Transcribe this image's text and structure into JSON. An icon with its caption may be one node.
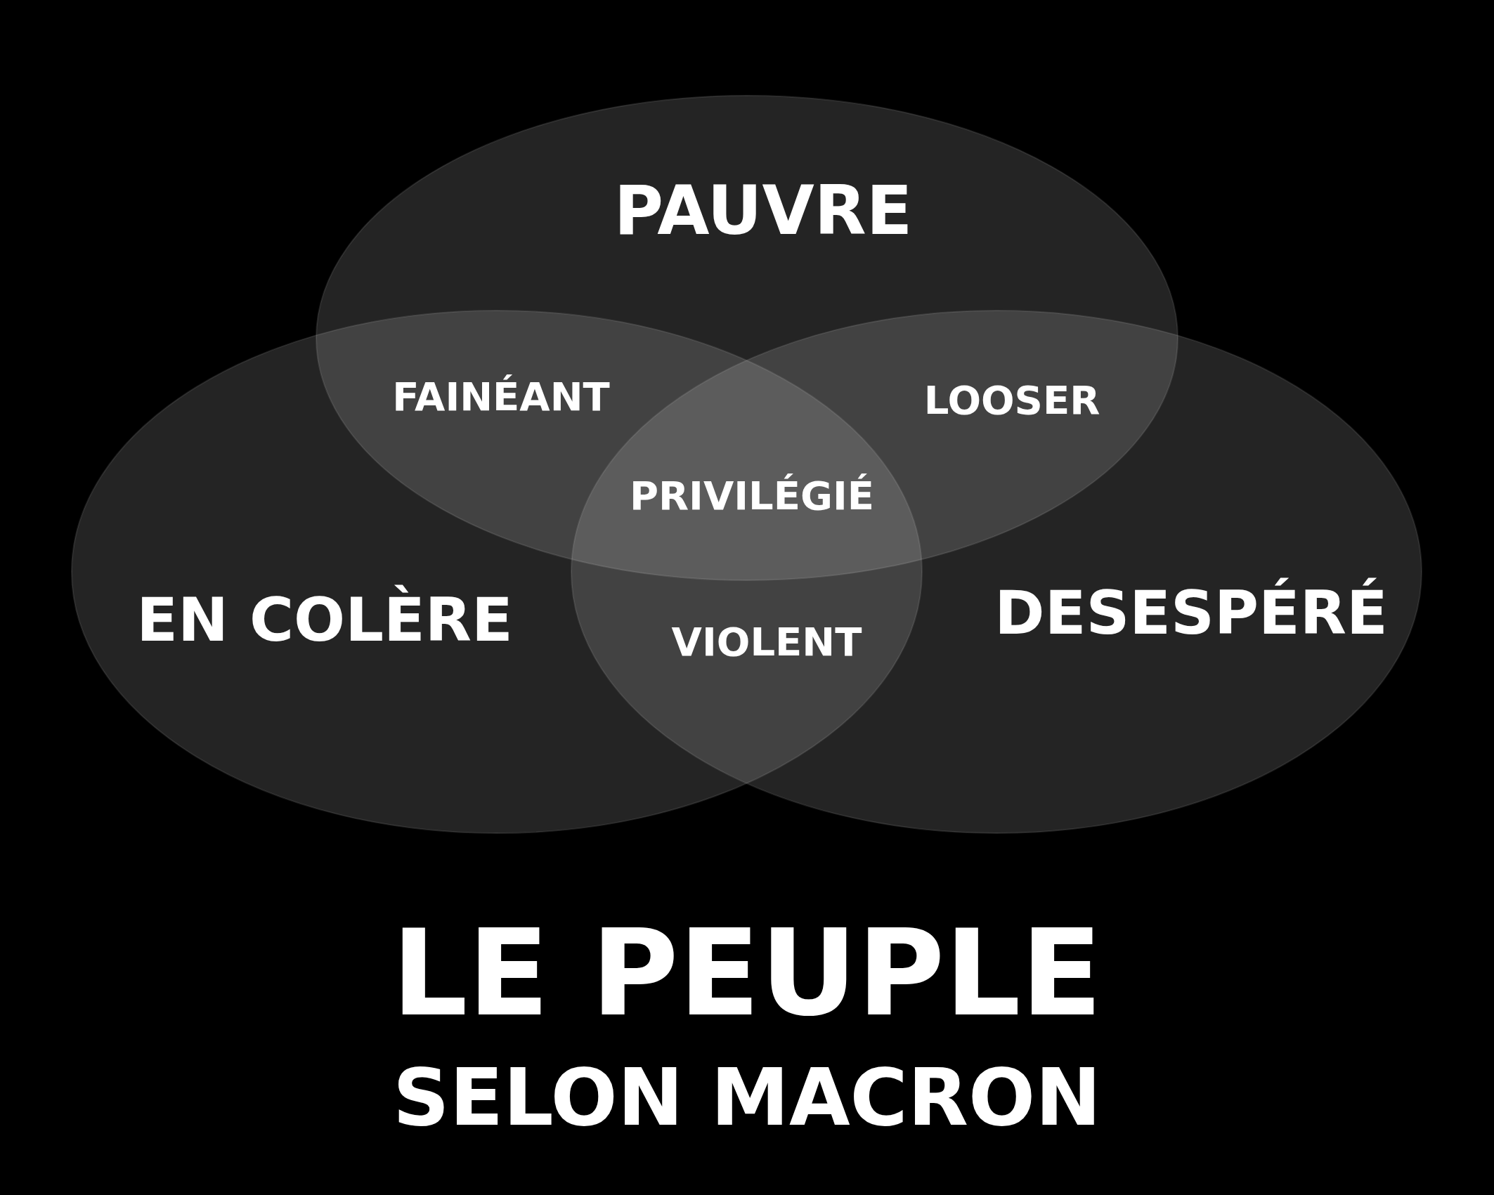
{
  "diagram": {
    "title": "LE PEUPLE",
    "caption": "SELON MACRON",
    "nodes": [
      {
        "text": [
          "PAUVRE"
        ]
      },
      {
        "text": [
          "EN COLÈRE"
        ]
      },
      {
        "text": [
          "DESESPÉRÉ"
        ]
      }
    ],
    "edges": [],
    "labels": [
      "FAINÉANT",
      "LOOSER",
      "PRIVILÉGIÉ",
      "VIOLENT"
    ]
  }
}
